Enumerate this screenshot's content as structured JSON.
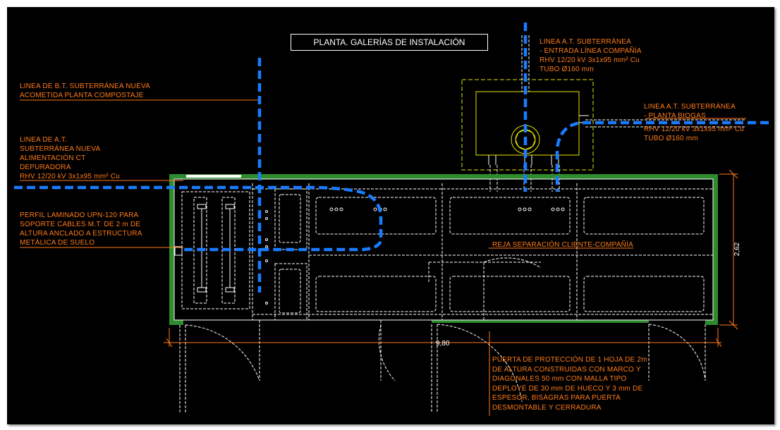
{
  "title": "PLANTA. GALERÍAS DE INSTALACIÓN",
  "annotations": {
    "bt_line": [
      "LINEA DE B.T. SUBTERRÁNEA NUEVA",
      "ACOMETIDA PLANTA COMPOSTAJE"
    ],
    "at_depuradora": [
      "LINEA DE A.T.",
      "SUBTERRÁNEA NUEVA",
      "ALIMENTACIÓN CT",
      "DEPURADORA",
      "RHV 12/20 kV 3x1x95 mm² Cu"
    ],
    "upn_profile": [
      "PERFIL LAMINADO UPN-120 PARA",
      "SOPORTE CABLES M.T. DE 2 m  DE",
      "ALTURA ANCLADO A ESTRUCTURA",
      "METÁLICA DE SUELO"
    ],
    "at_entrada": [
      "LINEA A.T. SUBTERRÁNEA",
      " - ENTRADA LÍNEA COMPAÑÍA",
      "RHV 12/20 kV 3x1x95 mm² Cu",
      "TUBO Ø160 mm"
    ],
    "at_biogas": [
      "LINEA A.T. SUBTERRÁNEA",
      " - PLANTA BIOGAS",
      "RHV 12/20 kV 3x1x95 mm² Cu",
      "TUBO Ø160 mm"
    ],
    "reja": [
      "REJA SEPARACIÓN CLIENTE-COMPAÑÍA"
    ],
    "puerta": [
      "PUERTA DE PROTECCIÓN DE 1 HOJA DE 2m",
      "DE ALTURA  CONSTRUIDAS CON MARCO Y",
      "DIAGONALES 50 mm CON MALLA TIPO",
      "DEPLOYÉ DE 30 mm DE HUECO Y 3 mm DE",
      "ESPESOR, BISAGRAS PARA PUERTA",
      "DESMONTABLE Y CERRADURA"
    ]
  },
  "dimensions": {
    "length": "9,80",
    "width": "2,62"
  },
  "colors": {
    "background": "#000000",
    "annotation": "#ff7a1a",
    "cable": "#1a7cff",
    "wall": "#2e8b2e",
    "pit": "#e6e600",
    "drawing": "#ffffff"
  }
}
